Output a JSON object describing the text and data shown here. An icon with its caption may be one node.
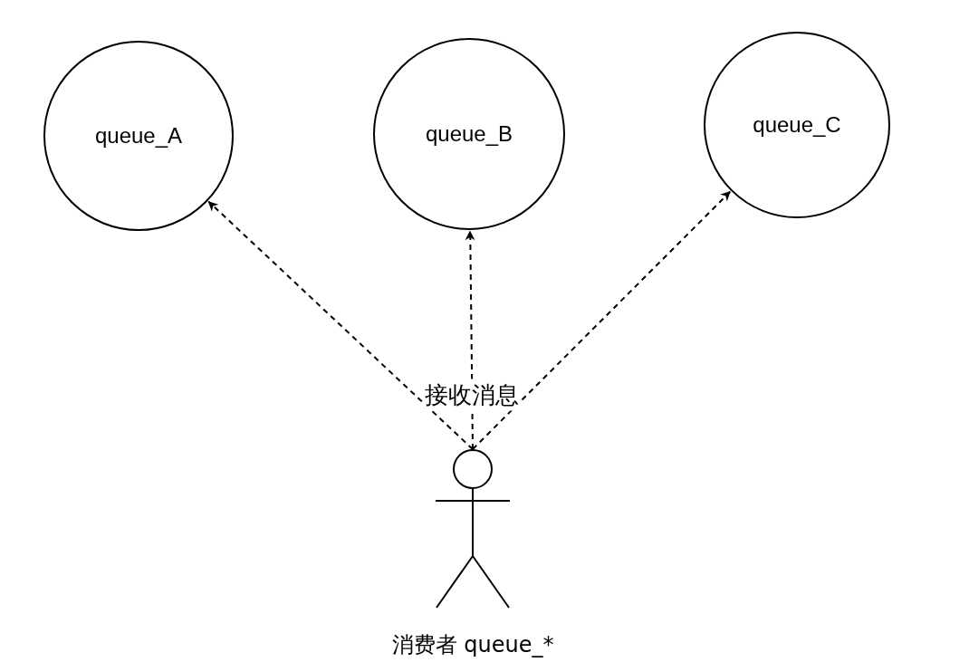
{
  "diagram": {
    "nodes": [
      {
        "text": [
          "queue_A"
        ]
      },
      {
        "text": [
          "queue_B"
        ]
      },
      {
        "text": [
          "queue_C"
        ]
      },
      {
        "text": [
          "消费者 queue_*"
        ]
      }
    ],
    "edges": [
      {
        "from": 3,
        "to": 0,
        "arrow": "to",
        "style": "dashed"
      },
      {
        "from": 3,
        "to": 1,
        "arrow": "to",
        "style": "dashed",
        "label": "接收消息"
      },
      {
        "from": 3,
        "to": 2,
        "arrow": "to",
        "style": "dashed"
      }
    ]
  }
}
